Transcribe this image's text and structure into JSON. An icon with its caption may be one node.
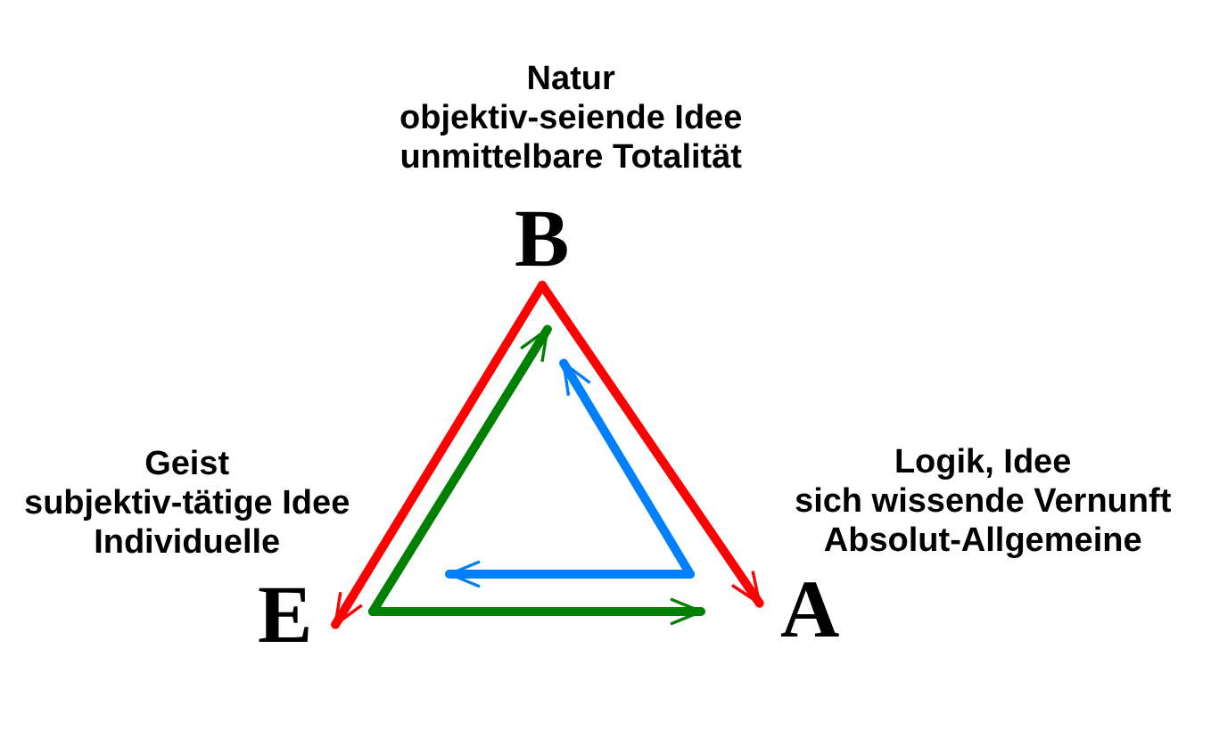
{
  "diagram": {
    "nodes": [
      {
        "text": [
          "B"
        ],
        "beside": [
          "Natur objektiv-seiende Idee unmittelbare Totalität"
        ]
      },
      {
        "text": [
          "E"
        ],
        "beside": [
          "Geist subjektiv-tätige Idee Individuelle"
        ]
      },
      {
        "text": [
          "A"
        ],
        "beside": [
          "Logik, Idee sich wissende Vernunft Absolut-Allgemeine"
        ]
      }
    ],
    "edges": [
      {
        "from": 0,
        "to": 1,
        "arrow": "to",
        "color": "#ff0000"
      },
      {
        "from": 0,
        "to": 2,
        "arrow": "to",
        "color": "#ff0000"
      },
      {
        "from": 1,
        "to": 0,
        "arrow": "to",
        "color": "#008000"
      },
      {
        "from": 1,
        "to": 2,
        "arrow": "to",
        "color": "#008000"
      },
      {
        "from": 2,
        "to": 0,
        "arrow": "to",
        "color": "#0080ff"
      },
      {
        "from": 2,
        "to": 1,
        "arrow": "to",
        "color": "#0080ff"
      }
    ]
  }
}
